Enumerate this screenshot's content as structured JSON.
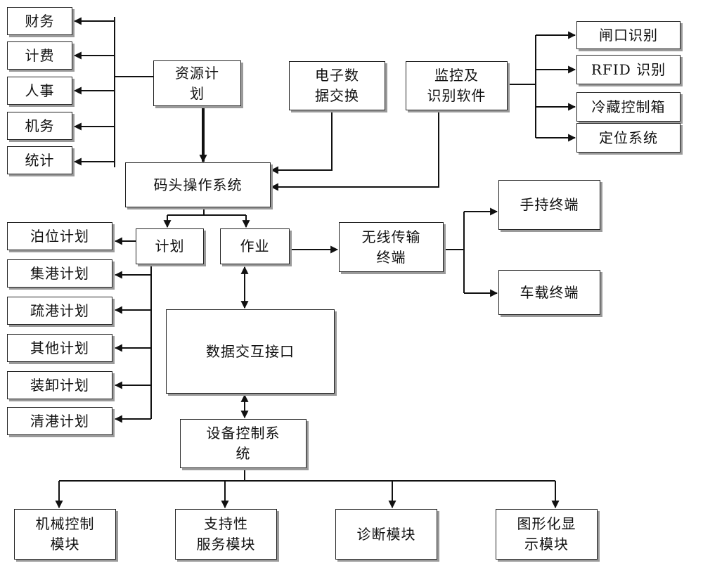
{
  "nodes": {
    "finance": "财务",
    "billing": "计费",
    "personnel": "人事",
    "machinery_affairs": "机务",
    "statistics": "统计",
    "resource_planning": "资源计\n划",
    "edi": "电子数\n据交换",
    "monitoring": "监控及\n识别软件",
    "gate_recognition": "闸口识别",
    "rfid_recognition": "RFID 识别",
    "reefer_control": "冷藏控制箱",
    "positioning_system": "定位系统",
    "terminal_operating_system": "码头操作系统",
    "plan": "计划",
    "operation": "作业",
    "wireless_terminal": "无线传输\n终端",
    "handheld_terminal": "手持终端",
    "vehicle_terminal": "车载终端",
    "berth_plan": "泊位计划",
    "gathering_plan": "集港计划",
    "evacuation_plan": "疏港计划",
    "other_plan": "其他计划",
    "loading_plan": "装卸计划",
    "clearance_plan": "清港计划",
    "data_interface": "数据交互接口",
    "equipment_control": "设备控制系\n统",
    "mechanical_control": "机械控制\n模块",
    "support_service": "支持性\n服务模块",
    "diagnosis": "诊断模块",
    "graphic_display": "图形化显\n示模块"
  }
}
